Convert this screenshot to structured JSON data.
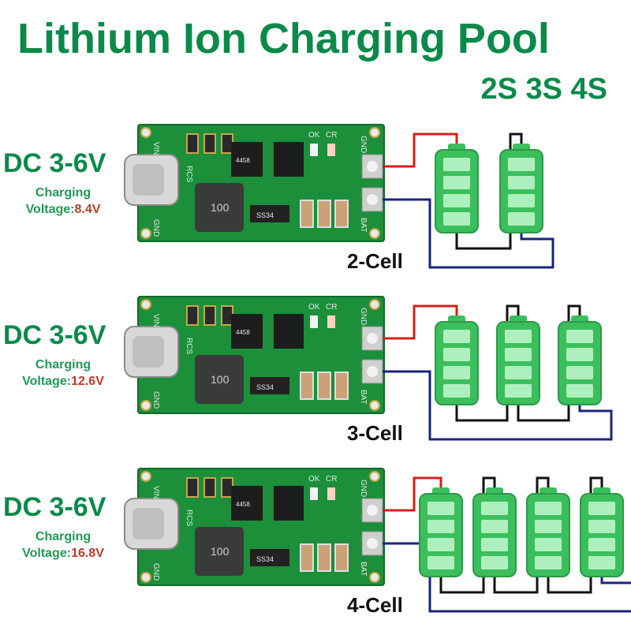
{
  "header": {
    "title": "Lithium Ion Charging Pool",
    "subtitle": "2S 3S 4S"
  },
  "colors": {
    "brand_green": "#0a8a4a",
    "voltage_red": "#c0392b",
    "pcb_green": "#1c8f3a",
    "battery_green": "#3bbf5c",
    "wire_red": "#d0211c",
    "wire_blue": "#1a237e"
  },
  "pcb": {
    "silk_vin": "VIN",
    "silk_gnd_left": "GND",
    "silk_rcs": "RCS",
    "silk_ok": "OK",
    "silk_cr": "CR",
    "silk_gnd_right": "GND",
    "silk_bat": "BAT",
    "inductor_mark": "100",
    "diode_mark": "SS34",
    "ic_mark": "4458"
  },
  "rows": [
    {
      "input": "DC 3-6V",
      "charging_label": "Charging",
      "voltage_label": "Voltage:",
      "voltage": "8.4V",
      "cell_label": "2-Cell",
      "cells": 2
    },
    {
      "input": "DC 3-6V",
      "charging_label": "Charging",
      "voltage_label": "Voltage:",
      "voltage": "12.6V",
      "cell_label": "3-Cell",
      "cells": 3
    },
    {
      "input": "DC 3-6V",
      "charging_label": "Charging",
      "voltage_label": "Voltage:",
      "voltage": "16.8V",
      "cell_label": "4-Cell",
      "cells": 4
    }
  ]
}
